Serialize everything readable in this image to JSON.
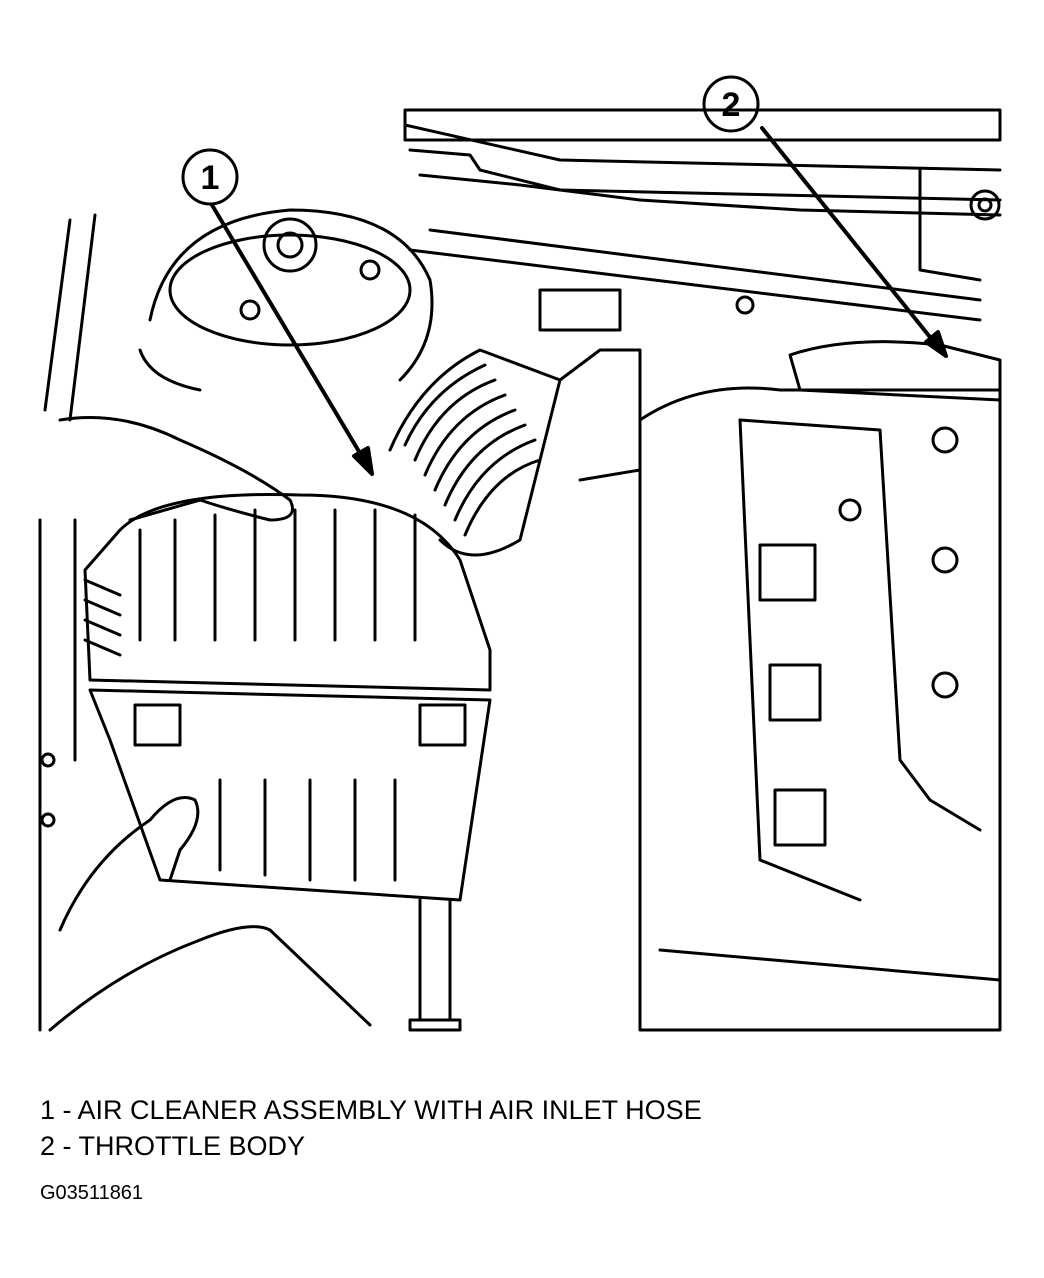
{
  "callouts": [
    {
      "number": "1",
      "text": "AIR CLEANER ASSEMBLY WITH AIR INLET HOSE"
    },
    {
      "number": "2",
      "text": "THROTTLE BODY"
    }
  ],
  "legend": {
    "items": [
      "1 - AIR CLEANER ASSEMBLY WITH AIR INLET HOSE",
      "2 - THROTTLE BODY"
    ]
  },
  "figure_id": "G03511861",
  "colors": {
    "line": "#000000",
    "background": "#ffffff"
  }
}
